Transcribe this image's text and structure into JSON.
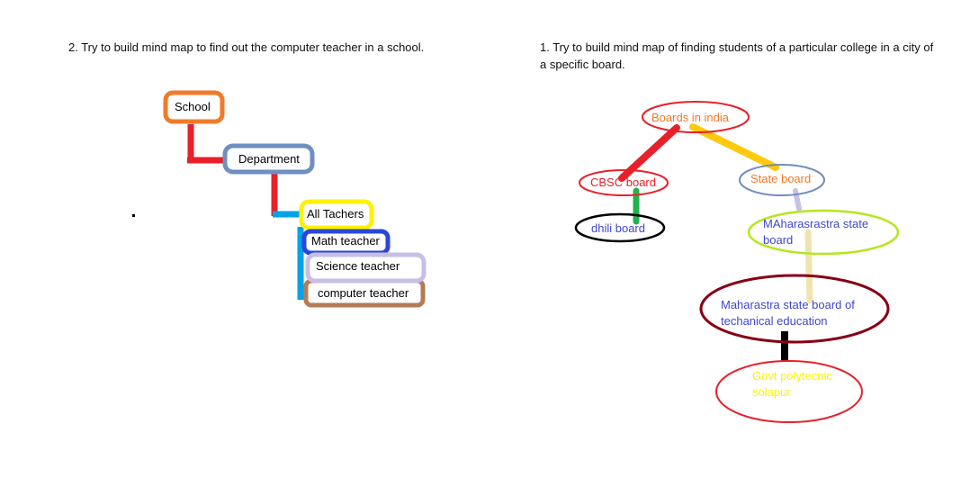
{
  "left_map": {
    "heading": "2. Try to build mind map to find out the computer teacher in a school.",
    "nodes": {
      "school": "School",
      "department": "Department",
      "all_teachers": "All Tachers",
      "math_teacher": "Math teacher",
      "science_teacher": "Science teacher",
      "computer_teacher": "computer teacher"
    }
  },
  "right_map": {
    "heading": "1. Try to build mind map of finding students of a particular college in a city of a specific board.",
    "nodes": {
      "boards_in_india": "Boards in india",
      "cbsc_board": "CBSC board",
      "dhili_board": "dhili board",
      "state_board": "State board",
      "maharashtra_line1": "MAharasrastra state",
      "maharashtra_line2": "board",
      "technical_line1": "Maharastra state board of",
      "technical_line2": "techanical education",
      "govt_line1": "Govt polytecnic",
      "govt_line2": "solapur"
    }
  },
  "colors": {
    "orange": "#f27a28",
    "red": "#e8202a",
    "steel_blue": "#6f8fbf",
    "yellow": "#fff200",
    "royal_blue": "#2a47d8",
    "lavender": "#c8bfe7",
    "brown": "#b57b56",
    "sky_blue": "#00a2e8",
    "green": "#22b14c",
    "gold": "#ffc90e",
    "lime": "#b5e61d",
    "maroon": "#880015",
    "khaki": "#efe4b0",
    "text_blue": "#3f48cc"
  }
}
